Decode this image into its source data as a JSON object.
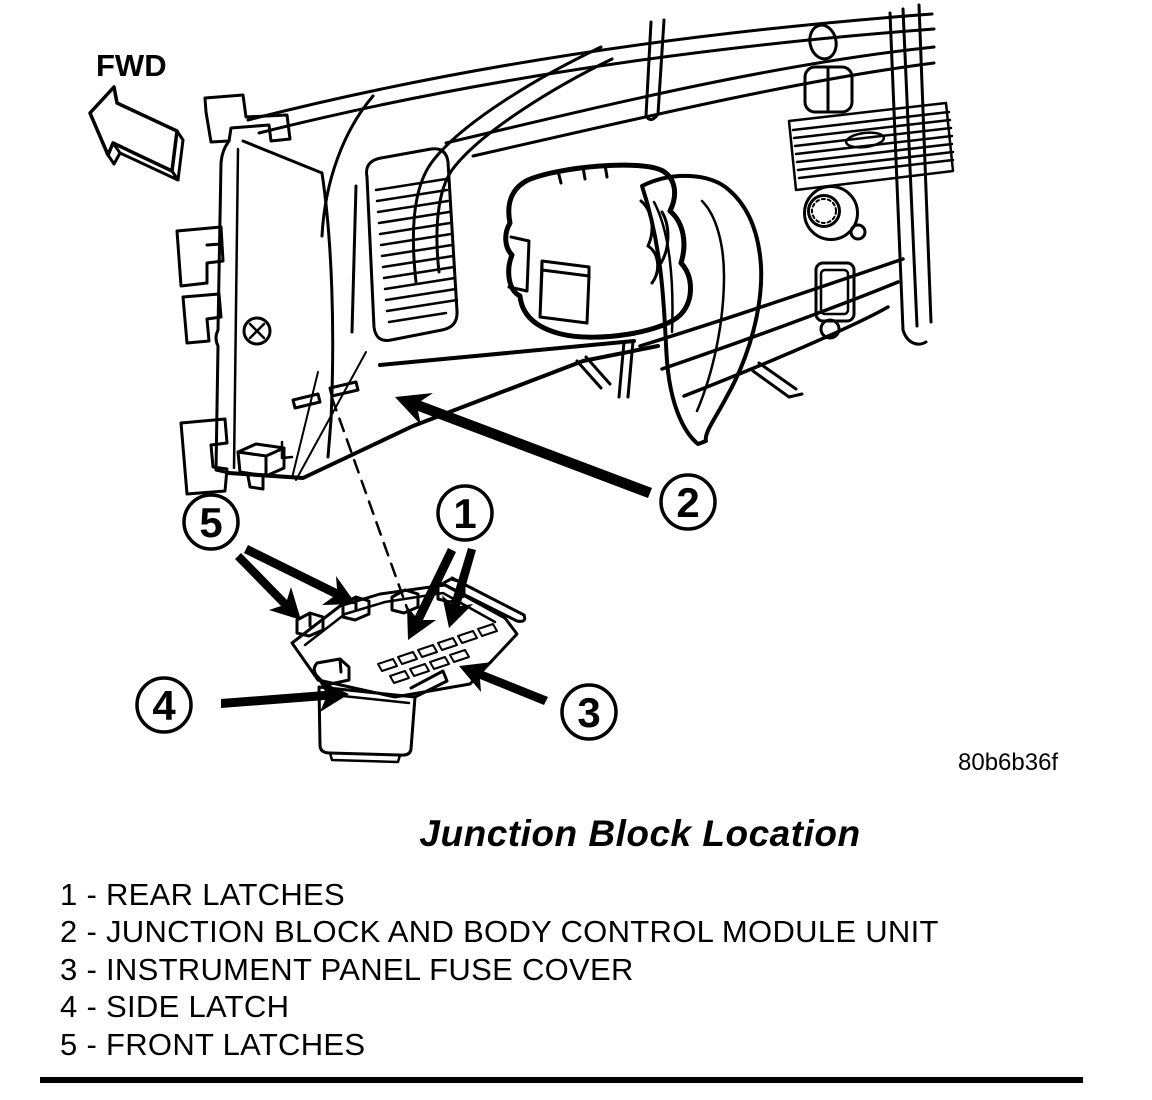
{
  "figure": {
    "fwd_label": "FWD",
    "code": "80b6b36f",
    "caption": "Junction Block Location"
  },
  "callouts": [
    {
      "number": "1",
      "label": "REAR LATCHES"
    },
    {
      "number": "2",
      "label": "JUNCTION BLOCK AND BODY CONTROL MODULE UNIT"
    },
    {
      "number": "3",
      "label": "INSTRUMENT PANEL FUSE COVER"
    },
    {
      "number": "4",
      "label": "SIDE LATCH"
    },
    {
      "number": "5",
      "label": "FRONT LATCHES"
    }
  ],
  "legend": {
    "items": [
      "1 - REAR LATCHES",
      "2 - JUNCTION BLOCK AND BODY CONTROL MODULE UNIT",
      "3 - INSTRUMENT PANEL FUSE COVER",
      "4 - SIDE LATCH",
      "5 - FRONT LATCHES"
    ]
  },
  "colors": {
    "line": "#000000",
    "background": "#ffffff"
  }
}
